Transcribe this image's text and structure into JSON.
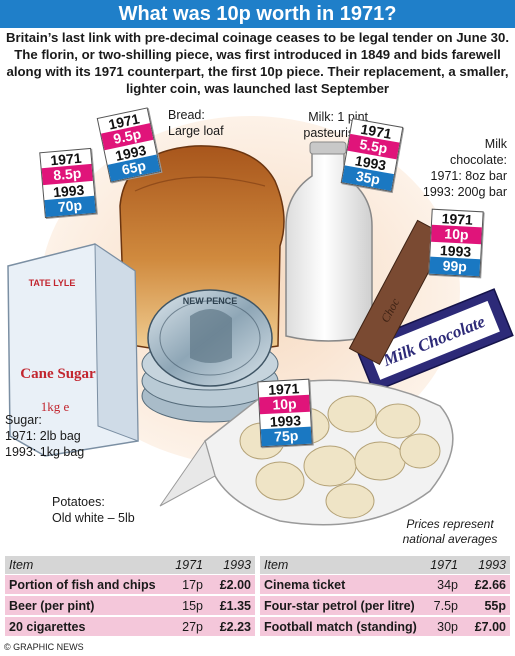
{
  "title": "What was 10p worth in 1971?",
  "intro": "Britain’s last link with pre-decimal coinage ceases to be legal tender on June 30. The florin, or two-shilling piece, was first introduced in 1849 and bids farewell along with its 1971 counterpart, the first 10p piece. Their replacement, a smaller, lighter coin, was launched last September",
  "labels": {
    "bread_1": "Bread:",
    "bread_2": "Large loaf",
    "milk_1": "Milk: 1 pint",
    "milk_2": "pasteurised",
    "choc_1": "Milk",
    "choc_2": "chocolate:",
    "choc_3": "1971: 8oz bar",
    "choc_4": "1993: 200g bar",
    "sugar_1": "Sugar:",
    "sugar_2": "1971: 2lb bag",
    "sugar_3": "1993: 1kg bag",
    "potato_1": "Potatoes:",
    "potato_2": "Old white – 5lb"
  },
  "packaging": {
    "sugar_brand": "TATE LYLE",
    "sugar_name": "Cane Sugar",
    "sugar_weight": "1kg e",
    "choc_wrapper": "Milk Chocolate",
    "choc_bar": "Choc",
    "coin": "NEW PENCE"
  },
  "price_tags": {
    "sugar": {
      "year_a": "1971",
      "price_a": "8.5p",
      "year_b": "1993",
      "price_b": "70p"
    },
    "bread": {
      "year_a": "1971",
      "price_a": "9.5p",
      "year_b": "1993",
      "price_b": "65p"
    },
    "milk": {
      "year_a": "1971",
      "price_a": "5.5p",
      "year_b": "1993",
      "price_b": "35p"
    },
    "chocolate": {
      "year_a": "1971",
      "price_a": "10p",
      "year_b": "1993",
      "price_b": "99p"
    },
    "potatoes": {
      "year_a": "1971",
      "price_a": "10p",
      "year_b": "1993",
      "price_b": "75p"
    }
  },
  "note": "Prices represent national averages",
  "table": {
    "col_item": "Item",
    "col_1971": "1971",
    "col_1993": "1993",
    "left_rows": [
      {
        "item": "Portion of fish and chips",
        "p1971": "17p",
        "p1993": "£2.00"
      },
      {
        "item": "Beer (per pint)",
        "p1971": "15p",
        "p1993": "£1.35"
      },
      {
        "item": "20 cigarettes",
        "p1971": "27p",
        "p1993": "£2.23"
      }
    ],
    "right_rows": [
      {
        "item": "Cinema ticket",
        "p1971": "34p",
        "p1993": "£2.66"
      },
      {
        "item": "Four-star petrol (per litre)",
        "p1971": "7.5p",
        "p1993": "55p"
      },
      {
        "item": "Football match (standing)",
        "p1971": "30p",
        "p1993": "£7.00"
      }
    ]
  },
  "credit": "© GRAPHIC NEWS",
  "colors": {
    "banner": "#1f7fc9",
    "magenta": "#e0147a",
    "blue": "#1a78c2",
    "row_pink": "#f4c7da"
  }
}
